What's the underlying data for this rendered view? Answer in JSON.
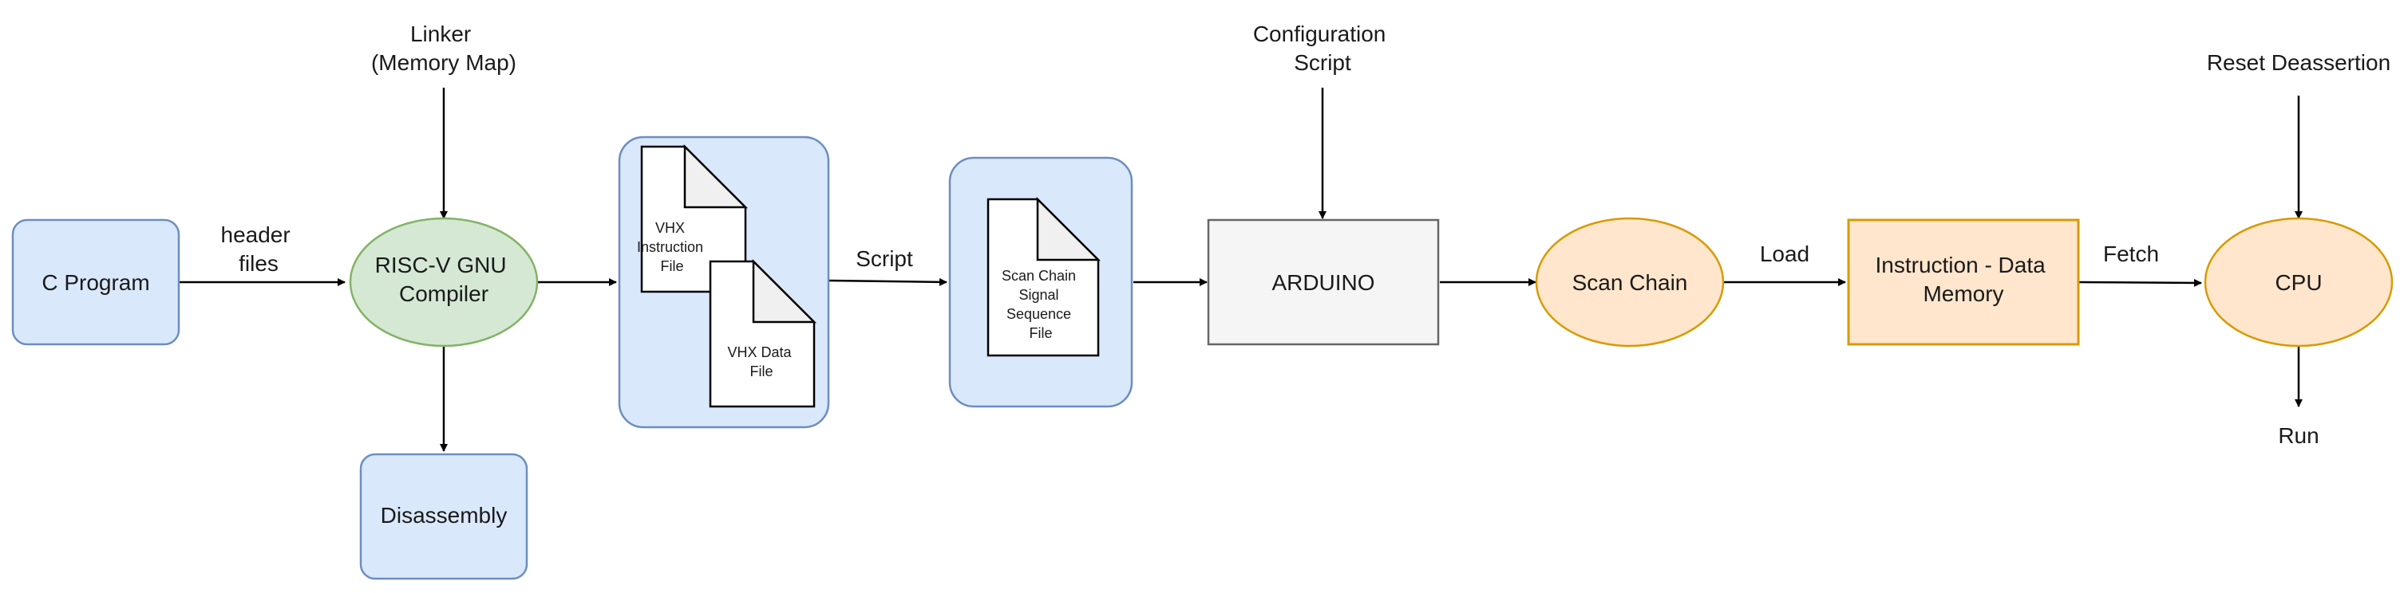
{
  "nodes": {
    "c_program": "C Program",
    "compiler": [
      "RISC-V GNU",
      "Compiler"
    ],
    "disassembly": "Disassembly",
    "linker": [
      "Linker",
      "(Memory Map)"
    ],
    "vhx_instruction": [
      "VHX",
      "Instruction",
      "File"
    ],
    "vhx_data": [
      "VHX Data",
      "File"
    ],
    "scan_seq": [
      "Scan Chain",
      "Signal",
      "Sequence",
      "File"
    ],
    "config_script": [
      "Configuration",
      "Script"
    ],
    "arduino": "ARDUINO",
    "scan_chain": "Scan Chain",
    "memory": [
      "Instruction - Data",
      "Memory"
    ],
    "cpu": "CPU",
    "reset": "Reset Deassertion",
    "run": "Run"
  },
  "edges": {
    "header_files": [
      "header",
      "files"
    ],
    "script": "Script",
    "load": "Load",
    "fetch": "Fetch"
  },
  "colors": {
    "blue_fill": "#dae8fc",
    "blue_stroke": "#6c8ebf",
    "green_fill": "#d5e8d4",
    "green_stroke": "#82b366",
    "orange_fill": "#ffe6cc",
    "orange_stroke": "#d79b00",
    "gray_fill": "#f5f5f5",
    "gray_stroke": "#666666",
    "page_fold": "#f0f0f0"
  }
}
